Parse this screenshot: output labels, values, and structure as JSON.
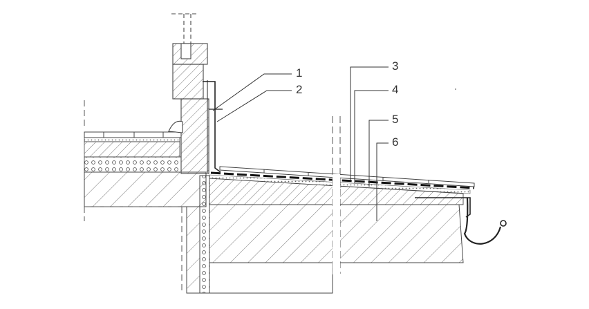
{
  "callouts": [
    {
      "id": "1",
      "label": "1"
    },
    {
      "id": "2",
      "label": "2"
    },
    {
      "id": "3",
      "label": "3"
    },
    {
      "id": "4",
      "label": "4"
    },
    {
      "id": "5",
      "label": "5"
    },
    {
      "id": "6",
      "label": "6"
    }
  ],
  "colors": {
    "line": "#3a3a3a",
    "hatch": "#6a6a6a",
    "membrane": "#1a1a1a",
    "background": "#ffffff"
  }
}
